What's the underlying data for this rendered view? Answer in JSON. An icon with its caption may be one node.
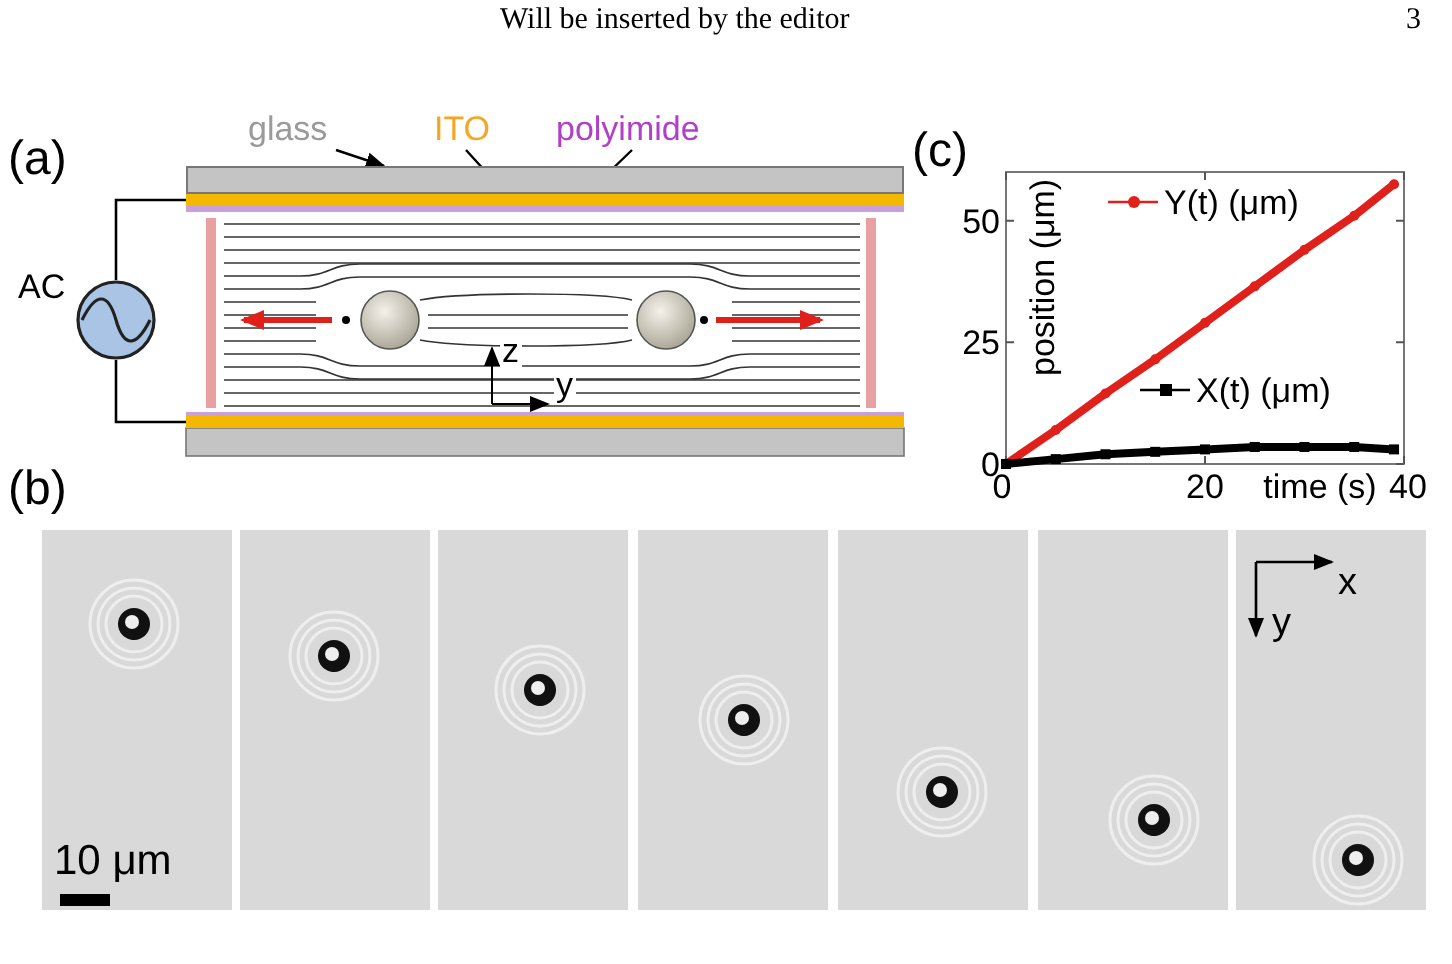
{
  "diagram": {
    "nodes": [
      {
        "text": [
          "glass"
        ]
      },
      {
        "text": [
          "ITO"
        ]
      },
      {
        "text": [
          "polyimide"
        ]
      },
      {
        "text": [],
        "shape": "box"
      },
      {
        "text": [],
        "shape": "bar"
      },
      {
        "text": [],
        "shape": "bar"
      },
      {
        "text": [],
        "shape": "circle",
        "beside": [
          "AC"
        ]
      },
      {
        "text": [],
        "shape": "bar"
      }
    ],
    "edges": [
      {
        "from": 0,
        "to": 3,
        "arrow": "to"
      },
      {
        "from": 1,
        "to": 4,
        "arrow": "to"
      },
      {
        "from": 2,
        "to": 5,
        "arrow": "to"
      },
      {
        "from": 6,
        "to": 4,
        "arrow": "none"
      },
      {
        "from": 6,
        "to": 7,
        "arrow": "none"
      }
    ],
    "labels": [
      "Will be inserted by the editor",
      "3",
      "(a)",
      "z",
      "y",
      "(c)",
      "(b)",
      "x",
      "y",
      "10 μm"
    ],
    "chart_data": {
      "type": "line",
      "xlabel": "time (s)",
      "ylabel": "position (μm)",
      "x": [
        0,
        5,
        10,
        15,
        20,
        25,
        30,
        35,
        39
      ],
      "series": [
        {
          "name": "Y(t) (μm)",
          "color": "#e0201b",
          "marker": "circle",
          "values": [
            0,
            7,
            14.5,
            21.5,
            29,
            36.5,
            44,
            51,
            57.5
          ]
        },
        {
          "name": "X(t) (μm)",
          "color": "#000000",
          "marker": "square",
          "values": [
            0,
            1,
            2,
            2.5,
            3,
            3.5,
            3.5,
            3.5,
            3
          ]
        }
      ],
      "legend": "upper right",
      "xlim": [
        0,
        40
      ],
      "ylim": [
        0,
        60
      ],
      "xticks": [
        0,
        20,
        40
      ],
      "yticks": [
        0,
        25,
        50
      ]
    }
  }
}
